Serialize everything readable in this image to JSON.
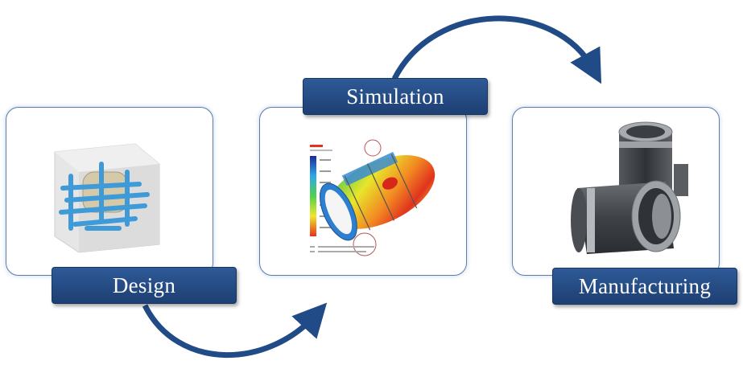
{
  "stages": [
    {
      "label": "Design",
      "icon": "piping-cube-icon"
    },
    {
      "label": "Simulation",
      "icon": "fea-contour-icon"
    },
    {
      "label": "Manufacturing",
      "icon": "cast-pipe-fitting-icon"
    }
  ],
  "colors": {
    "label_bg": "#24497f",
    "arrow": "#214b86",
    "card_border": "#5b7db4"
  }
}
